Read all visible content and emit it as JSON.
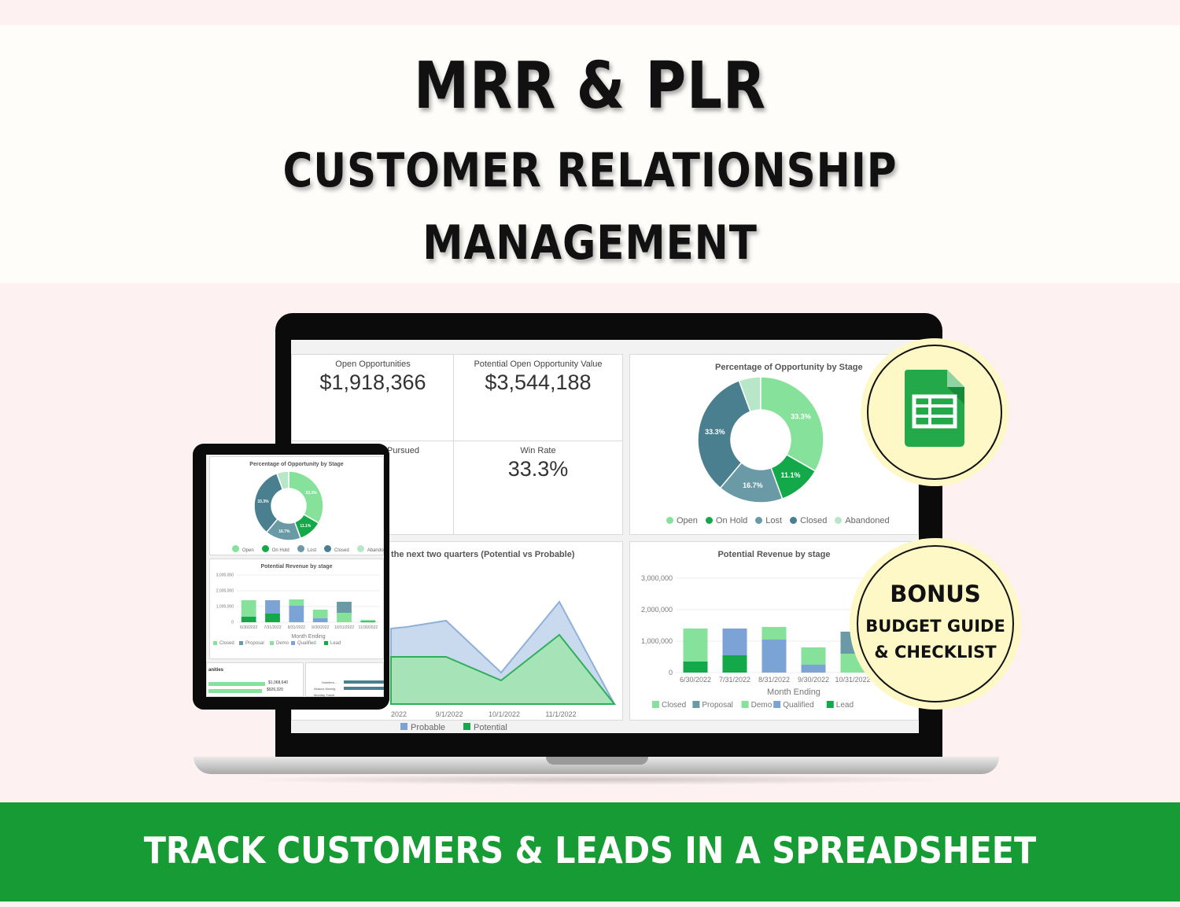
{
  "header": {
    "title": "MRR & PLR",
    "subtitle_line1": "CUSTOMER RELATIONSHIP",
    "subtitle_line2": "MANAGEMENT"
  },
  "dashboard": {
    "kpis": [
      {
        "label": "Open Opportunities",
        "value": "$1,918,366"
      },
      {
        "label": "Potential Open Opportunity Value",
        "value": "$3,544,188"
      },
      {
        "label": "Pursued",
        "value": ""
      },
      {
        "label": "Win Rate",
        "value": "33.3%"
      }
    ],
    "donut_title": "Percentage of Opportunity by Stage",
    "revenue_title": "Potential Revenue by stage",
    "area_title": "the next two quarters (Potential vs Probable)",
    "month_axis_label": "Month Ending",
    "tablet_section_label": "anities",
    "tablet_values": [
      "$1,068,640",
      "$926,320"
    ],
    "tablet_small_labels": [
      "Hoteliers...",
      "Abacus Moving",
      "Monday Travel"
    ]
  },
  "chart_data": [
    {
      "type": "pie",
      "title": "Percentage of Opportunity by Stage",
      "categories": [
        "Open",
        "On Hold",
        "Lost",
        "Closed",
        "Abandoned"
      ],
      "values": [
        33.3,
        11.1,
        16.7,
        33.3,
        5.6
      ],
      "labels": [
        "33.3%",
        "11.1%",
        "16.7%",
        "33.3%",
        ""
      ],
      "colors": [
        "#86e29b",
        "#13a94a",
        "#6a9aa6",
        "#4a7f8f",
        "#b8e6c8"
      ]
    },
    {
      "type": "bar",
      "title": "Potential Revenue by stage",
      "xlabel": "Month Ending",
      "categories": [
        "6/30/2022",
        "7/31/2022",
        "8/31/2022",
        "9/30/2022",
        "10/31/2022",
        "11/30/2022"
      ],
      "ylim": [
        0,
        3000000
      ],
      "yticks": [
        "3,000,000",
        "2,000,000",
        "1,000,000",
        "0"
      ],
      "series": [
        {
          "name": "Closed",
          "values": [
            0,
            0,
            0,
            0,
            0,
            0
          ],
          "color": "#86e29b"
        },
        {
          "name": "Proposal",
          "values": [
            0,
            0,
            0,
            0,
            700000,
            0
          ],
          "color": "#6a9aa6"
        },
        {
          "name": "Demo",
          "values": [
            1050000,
            0,
            400000,
            550000,
            600000,
            100000
          ],
          "color": "#86e29b"
        },
        {
          "name": "Qualified",
          "values": [
            0,
            850000,
            1050000,
            250000,
            0,
            0
          ],
          "color": "#7ba3d6"
        },
        {
          "name": "Lead",
          "values": [
            350000,
            550000,
            0,
            0,
            0,
            50000
          ],
          "color": "#13a94a"
        }
      ]
    },
    {
      "type": "area",
      "title": "the next two quarters (Potential vs Probable)",
      "categories": [
        "2022",
        "9/1/2022",
        "10/1/2022",
        "11/1/2022"
      ],
      "series": [
        {
          "name": "Probable",
          "color": "#7ba3d6"
        },
        {
          "name": "Potential",
          "color": "#13a94a"
        }
      ]
    }
  ],
  "badges": {
    "bonus_title": "BONUS",
    "bonus_line1": "BUDGET GUIDE",
    "bonus_line2": "& CHECKLIST",
    "sheets_icon": "google-sheets-icon"
  },
  "footer": {
    "text": "TRACK CUSTOMERS & LEADS IN A SPREADSHEET"
  },
  "colors": {
    "footer_green": "#179b34",
    "badge_yellow": "#fdf8c6",
    "background": "#fdf1f1"
  }
}
